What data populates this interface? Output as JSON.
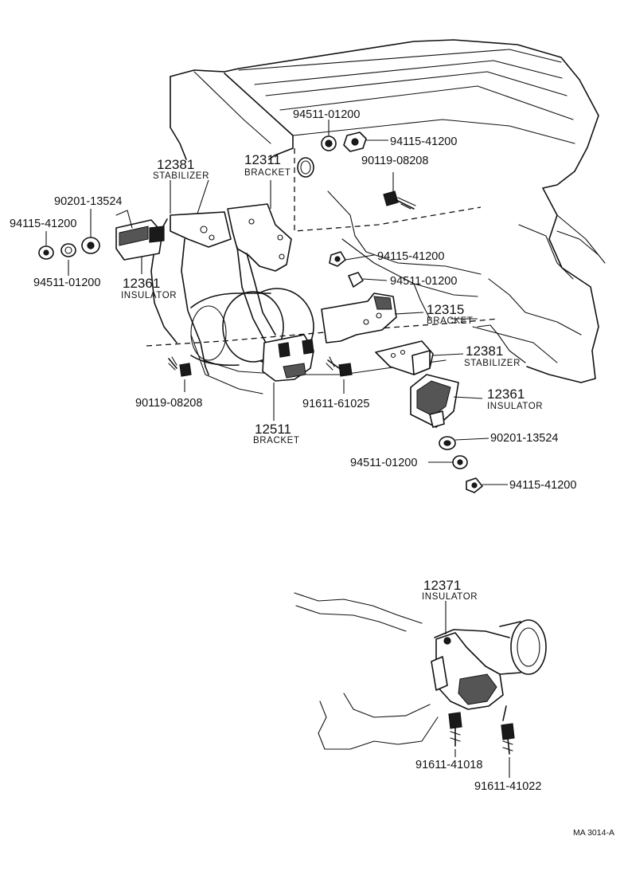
{
  "callouts": {
    "p94511_top": "94511-01200",
    "p94115_top": "94115-41200",
    "p90119_right": "90119-08208",
    "p12381_left": "12381",
    "stabilizer_left": "STABILIZER",
    "p12311": "12311",
    "bracket_12311": "BRACKET",
    "p90201_left": "90201-13524",
    "p94115_left": "94115-41200",
    "p94511_left": "94511-01200",
    "p12361_left": "12361",
    "insulator_left": "INSULATOR",
    "p94115_mid": "94115-41200",
    "p94511_mid": "94511-01200",
    "p12315": "12315",
    "bracket_12315": "BRACKET",
    "p12381_right": "12381",
    "stabilizer_right": "STABILIZER",
    "p12361_right": "12361",
    "insulator_right": "INSULATOR",
    "p90201_right": "90201-13524",
    "p94511_low": "94511-01200",
    "p94115_low": "94115-41200",
    "p90119_left": "90119-08208",
    "p91611_61025": "91611-61025",
    "p12511": "12511",
    "bracket_12511": "BRACKET",
    "p12371": "12371",
    "insulator_12371": "INSULATOR",
    "p91611_41018": "91611-41018",
    "p91611_41022": "91611-41022"
  },
  "figure_code": "MA 3014-A"
}
